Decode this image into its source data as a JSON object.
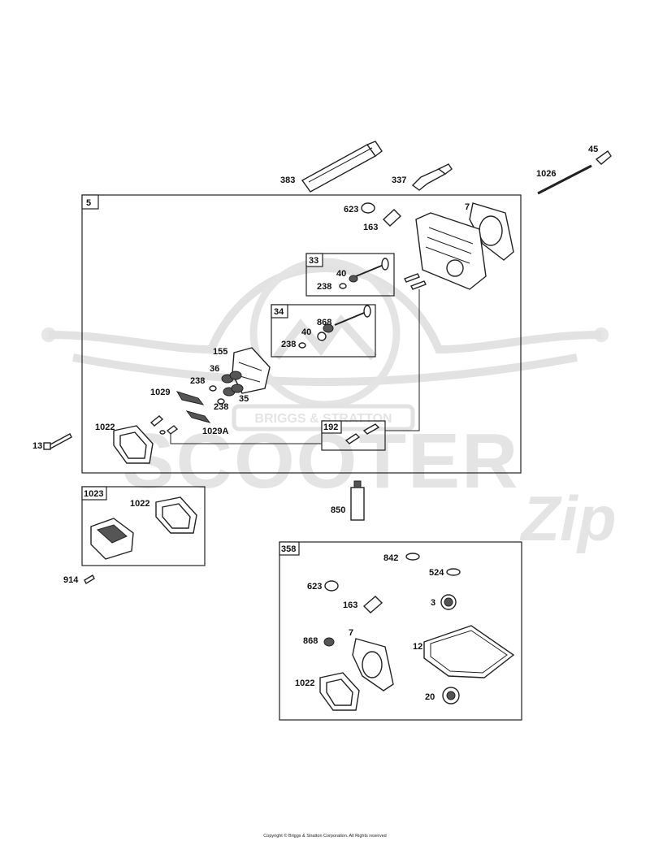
{
  "watermark": {
    "text": "SCOOTER",
    "script": "Zip",
    "badge": "BRIGGS & STRATTON"
  },
  "copyright": "Copyright © Briggs & Stratton Corporation. All Rights reserved",
  "groups": [
    {
      "id": "5"
    },
    {
      "id": "33"
    },
    {
      "id": "34"
    },
    {
      "id": "192"
    },
    {
      "id": "1023"
    },
    {
      "id": "358"
    }
  ],
  "callouts": {
    "p45": "45",
    "p1026": "1026",
    "p383": "383",
    "p337": "337",
    "p623": "623",
    "p163": "163",
    "p7": "7",
    "p40a": "40",
    "p238a": "238",
    "p868": "868",
    "p40b": "40",
    "p238b": "238",
    "p155": "155",
    "p36": "36",
    "p238c": "238",
    "p1029": "1029",
    "p238d": "238",
    "p35": "35",
    "p1029A": "1029A",
    "p1022": "1022",
    "p13": "13",
    "p1022b": "1022",
    "p914": "914",
    "p850": "850",
    "k842": "842",
    "k524": "524",
    "k623": "623",
    "k163": "163",
    "k3": "3",
    "k7": "7",
    "k868": "868",
    "k12": "12",
    "k1022": "1022",
    "k20": "20"
  }
}
